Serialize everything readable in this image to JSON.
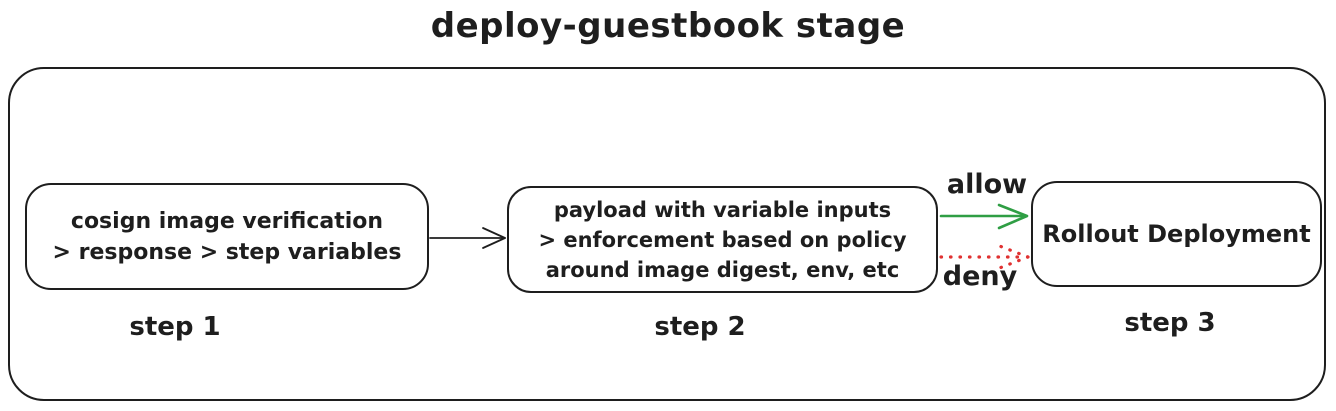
{
  "title": "deploy-guestbook stage",
  "colors": {
    "stroke": "#1e1e1e",
    "allow": "#2f9e44",
    "deny": "#e03131",
    "background": "#ffffff"
  },
  "nodes": {
    "step1": {
      "lines": [
        "cosign image verification",
        "> response > step variables"
      ],
      "label": "step 1"
    },
    "step2": {
      "lines": [
        "payload with variable inputs",
        "> enforcement based on policy",
        "around image digest, env, etc"
      ],
      "label": "step 2"
    },
    "step3": {
      "lines": [
        "Rollout Deployment"
      ],
      "label": "step 3"
    }
  },
  "edges": {
    "allow": {
      "label": "allow"
    },
    "deny": {
      "label": "deny"
    }
  }
}
